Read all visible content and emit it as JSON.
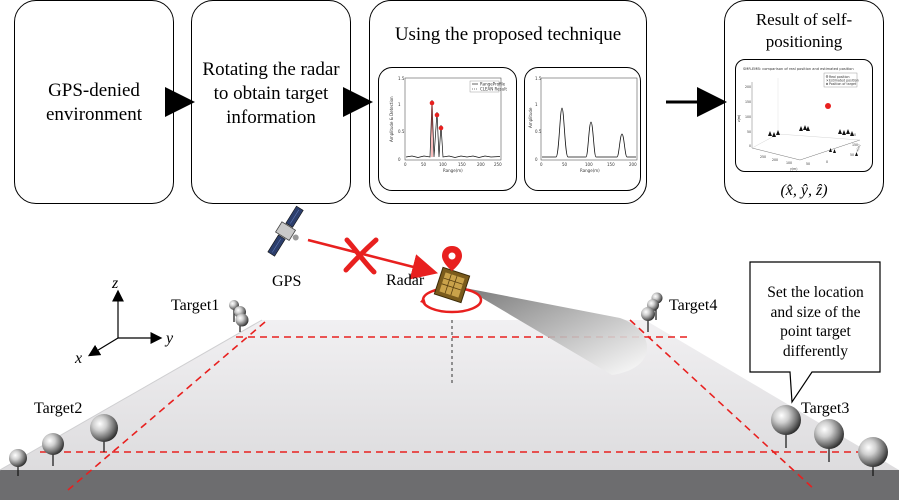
{
  "flow": {
    "box1": "GPS-denied environment",
    "box2": "Rotating the radar to obtain target information",
    "box3_title": "Using the proposed technique",
    "box4_title": "Result of self-positioning",
    "result_formula": "(x̂, ŷ, ẑ)"
  },
  "panel_left": {
    "legend_1": "RangeProfile",
    "legend_2": "CLEAN Result",
    "ylabel": "Amplitude & Detection",
    "xlabel": "Range(m)",
    "yticks": [
      "0",
      "0.5",
      "1",
      "1.5"
    ],
    "xticks": [
      "0",
      "50",
      "100",
      "150",
      "200",
      "250"
    ]
  },
  "panel_right": {
    "ylabel": "Amplitude",
    "xlabel": "Range(m)",
    "yticks": [
      "0",
      "0.5",
      "1",
      "1.5"
    ],
    "xticks": [
      "0",
      "50",
      "100",
      "150",
      "200"
    ]
  },
  "result_plot": {
    "title": "SMR-EMB: comparison of real position and estimated position",
    "legend_1": "Real position",
    "legend_2": "Estimated position",
    "legend_3": "Position of target",
    "xlabel": "y(m)",
    "ylabel": "x(m)",
    "zlabel": "z(m)"
  },
  "scene": {
    "gps_label": "GPS",
    "radar_label": "Radar",
    "axis_z": "z",
    "axis_y": "y",
    "axis_x": "x",
    "target1": "Target1",
    "target2": "Target2",
    "target3": "Target3",
    "target4": "Target4",
    "callout": "Set the location and size of the point target differently"
  },
  "colors": {
    "red_accent": "#e8201f",
    "floor": "#e9e8ea",
    "floor_edge": "#6d6d6f"
  }
}
